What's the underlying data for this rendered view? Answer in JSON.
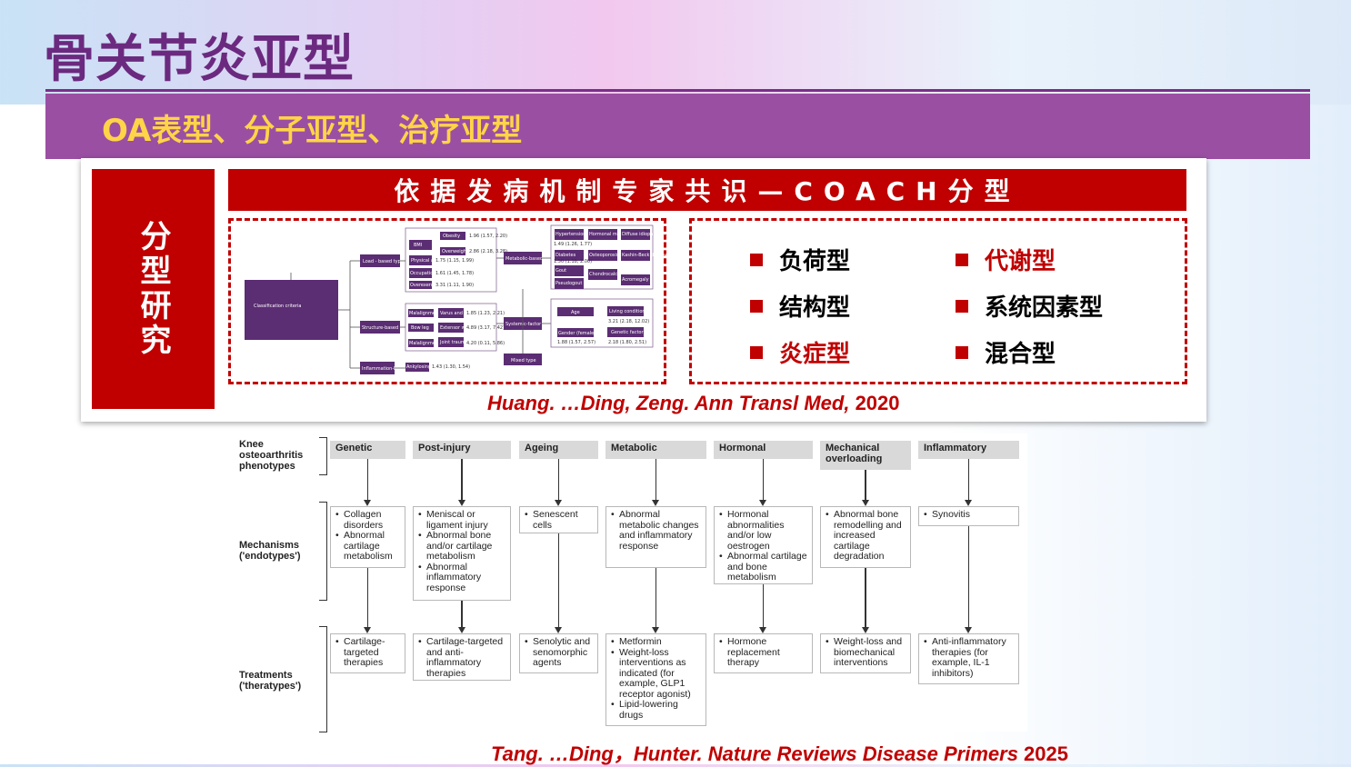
{
  "title": "骨关节炎亚型",
  "subtitle": "OA表型、分子亚型、治疗亚型",
  "side_label": "分型研究",
  "coach_header": "依据发病机制专家共识—COACH分型",
  "coach_types": [
    {
      "label": "负荷型",
      "color": "#000000"
    },
    {
      "label": "代谢型",
      "color": "#c00000"
    },
    {
      "label": "结构型",
      "color": "#000000"
    },
    {
      "label": "系统因素型",
      "color": "#000000"
    },
    {
      "label": "炎症型",
      "color": "#c00000"
    },
    {
      "label": "混合型",
      "color": "#000000"
    }
  ],
  "citation1": {
    "authors": "Huang. …Ding, Zeng. Ann Transl Med,",
    "year": " 2020"
  },
  "citation2": {
    "authors": "Tang. …Ding，Hunter. Nature Reviews Disease Primers",
    "year": " 2025"
  },
  "tree": {
    "root": "Classification criteria",
    "level1": [
      "Load - based type",
      "Structure-based type",
      "Inflammation-based type"
    ],
    "load_children": [
      {
        "label": "BMI",
        "sub": [
          "Obesity",
          "Overweight"
        ],
        "values": [
          "1.96 (1.57, 2.20)",
          "2.86 (2.18, 3.28)"
        ]
      },
      {
        "label": "Physical abuse",
        "value": "1.75 (1.15, 1.99)"
      },
      {
        "label": "Occupational factor",
        "value": "1.61 (1.45, 1.78)"
      },
      {
        "label": "Overexercise",
        "value": "3.31 (1.11, 1.90)"
      }
    ],
    "structure_children": [
      {
        "label": "Malalignment",
        "sub": "Varus and valgus",
        "value": "1.85 (1.23, 2.21)"
      },
      {
        "label": "Bow leg",
        "sub": "Extensor weakness",
        "value": "4.89 (3.17, 7.42)"
      },
      {
        "label": "Malalignment",
        "sub": "Joint trauma",
        "value": "4.20 (0.11, 5.86)"
      }
    ],
    "inflammation_child": {
      "label": "Ankylosing spondylitis",
      "value": "1.43 (1.30, 1.54)"
    },
    "metabolic": {
      "label": "Metabolic-based type",
      "items": [
        "Hypertension",
        "Hormonal metabolism",
        "Diffuse idiopathic hyperostosis of bone",
        "Diabetes",
        "Osteoporosis",
        "Kashin-Beck disease",
        "Gout",
        "Chondrocalcinosis",
        "Acromegaly",
        "Pseudogout"
      ],
      "values": [
        "1.49 (1.26, 1.77)",
        "1.50 (1.18, 2.00)"
      ]
    },
    "systemic": {
      "label": "Systemic-factor type",
      "items": [
        "Age",
        "Living condition",
        "Gender (female)",
        "Genetic factor"
      ],
      "values": [
        "3.21 (2.18, 12.02)",
        "1.88 (1.57, 2.57)",
        "2.18 (1.80, 2.51)"
      ]
    },
    "mixed": "Mixed type"
  },
  "figure2": {
    "row_labels": [
      "Knee osteoarthritis phenotypes",
      "Mechanisms ('endotypes')",
      "Treatments ('theratypes')"
    ],
    "columns": [
      {
        "head": "Genetic",
        "mech": [
          "Collagen disorders",
          "Abnormal cartilage metabolism"
        ],
        "treat": [
          "Cartilage-targeted therapies"
        ]
      },
      {
        "head": "Post-injury",
        "mech": [
          "Meniscal or ligament injury",
          "Abnormal bone and/or cartilage metabolism",
          "Abnormal inflammatory response"
        ],
        "treat": [
          "Cartilage-targeted and anti-inflammatory therapies"
        ]
      },
      {
        "head": "Ageing",
        "mech": [
          "Senescent cells"
        ],
        "treat": [
          "Senolytic and senomorphic agents"
        ]
      },
      {
        "head": "Metabolic",
        "mech": [
          "Abnormal metabolic changes and inflammatory response"
        ],
        "treat": [
          "Metformin",
          "Weight-loss interventions as indicated (for example, GLP1 receptor agonist)",
          "Lipid-lowering drugs"
        ]
      },
      {
        "head": "Hormonal",
        "mech": [
          "Hormonal abnormalities and/or low oestrogen",
          "Abnormal cartilage and bone metabolism"
        ],
        "treat": [
          "Hormone replacement therapy"
        ]
      },
      {
        "head": "Mechanical overloading",
        "mech": [
          "Abnormal bone remodelling and increased cartilage degradation"
        ],
        "treat": [
          "Weight-loss and biomechanical interventions"
        ]
      },
      {
        "head": "Inflammatory",
        "mech": [
          "Synovitis"
        ],
        "treat": [
          "Anti-inflammatory therapies (for example, IL-1 inhibitors)"
        ]
      }
    ]
  }
}
